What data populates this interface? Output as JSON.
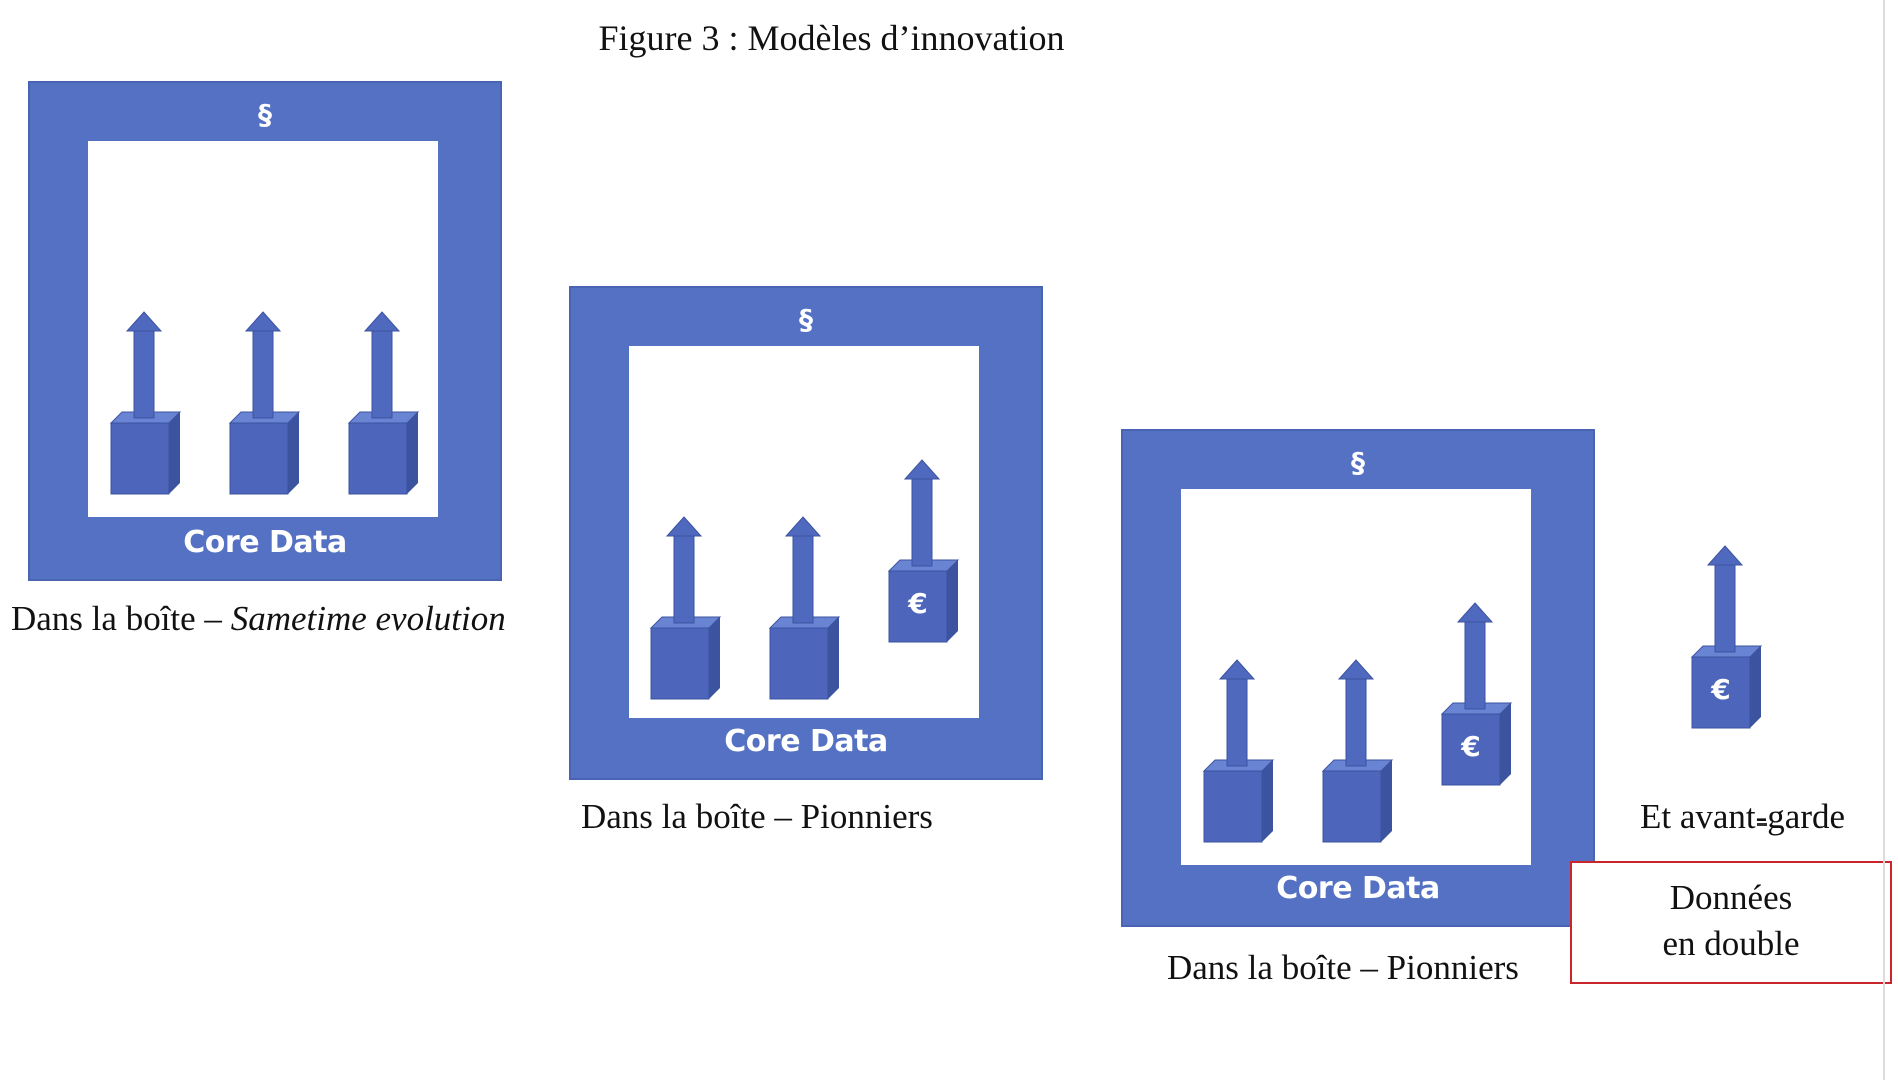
{
  "figure": {
    "title": "Figure 3 : Modèles d’innovation"
  },
  "colors": {
    "frame_fill": "#5571c3",
    "cube_front": "#4d66bb",
    "cube_top": "#6a84d4",
    "cube_side": "#3c53a0",
    "highlight_border": "#c9252b"
  },
  "frame_symbol": "§",
  "frame_label": "Core Data",
  "cube_symbol": "€",
  "models": [
    {
      "caption_main": "Dans la boîte – ",
      "caption_italic": "Sametime evolution",
      "units": [
        "cube-arrow",
        "cube-arrow",
        "cube-arrow"
      ]
    },
    {
      "caption_main": "Dans la boîte – Pionniers",
      "caption_italic": "",
      "units": [
        "cube-arrow",
        "cube-arrow",
        "euro-cube-arrow"
      ]
    },
    {
      "caption_main": "Dans la boîte – Pionniers",
      "caption_italic": "",
      "units": [
        "cube-arrow",
        "cube-arrow",
        "euro-cube-arrow"
      ]
    }
  ],
  "outside_unit": {
    "type": "euro-cube-arrow",
    "caption": "Et avant-garde"
  },
  "highlight_box": {
    "line1": "Données",
    "line2": "en double"
  }
}
